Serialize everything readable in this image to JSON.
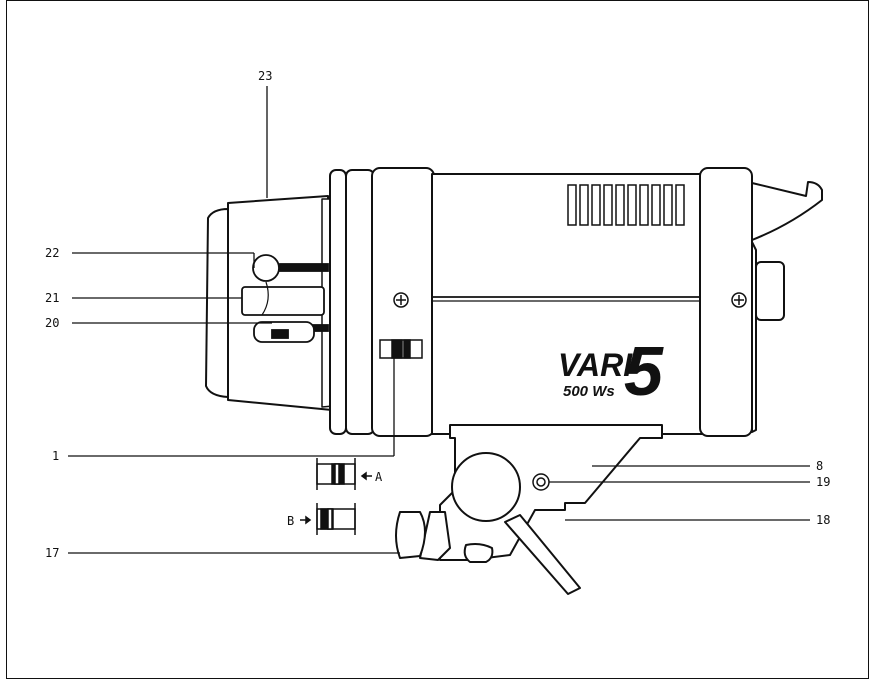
{
  "figure": {
    "brand_model": "VARI",
    "brand_number": "5",
    "power_label": "500 Ws",
    "position_a": "A",
    "position_b": "B"
  },
  "callouts": [
    {
      "id": "23",
      "label": "23"
    },
    {
      "id": "22",
      "label": "22"
    },
    {
      "id": "21",
      "label": "21"
    },
    {
      "id": "20",
      "label": "20"
    },
    {
      "id": "1",
      "label": "1"
    },
    {
      "id": "17",
      "label": "17"
    },
    {
      "id": "8",
      "label": "8"
    },
    {
      "id": "19",
      "label": "19"
    },
    {
      "id": "18",
      "label": "18"
    }
  ],
  "colors": {
    "line": "#111111",
    "fill": "#ffffff"
  }
}
